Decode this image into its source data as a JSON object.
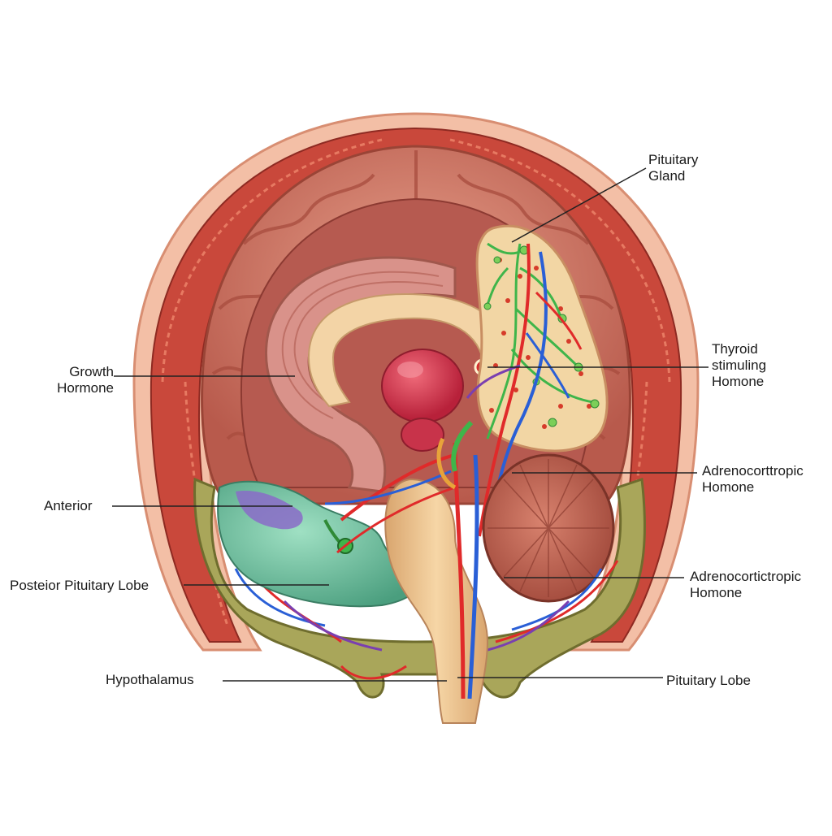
{
  "labels": {
    "pituitary_gland": [
      "Pituitary",
      "Gland"
    ],
    "thyroid": [
      "Thyroid",
      "stimuling",
      "Homone"
    ],
    "growth_hormone": [
      "Growth",
      "Hormone"
    ],
    "acth_upper": [
      "Adrenocorttropic",
      "Homone"
    ],
    "anterior": "Anterior",
    "acth_lower": [
      "Adrenocortictropic",
      "Homone"
    ],
    "posterior_lobe": "Posteior Pituitary Lobe",
    "hypothalamus": "Hypothalamus",
    "pituitary_lobe": "Pituitary Lobe"
  },
  "colors": {
    "skin": "#f0b59b",
    "muscle": "#c84a3e",
    "brain": "#d98775",
    "brain_shadow": "#b8584c",
    "inner_brain": "#c96f6a",
    "corpus": "#f2d3a4",
    "gland_red": "#d93a4f",
    "green_gland": "#6cc3a0",
    "olive": "#a9a85a",
    "stalk": "#e9c08e",
    "artery": "#e02a2a",
    "vein": "#2a5fd6",
    "leader_line": "#222222"
  }
}
